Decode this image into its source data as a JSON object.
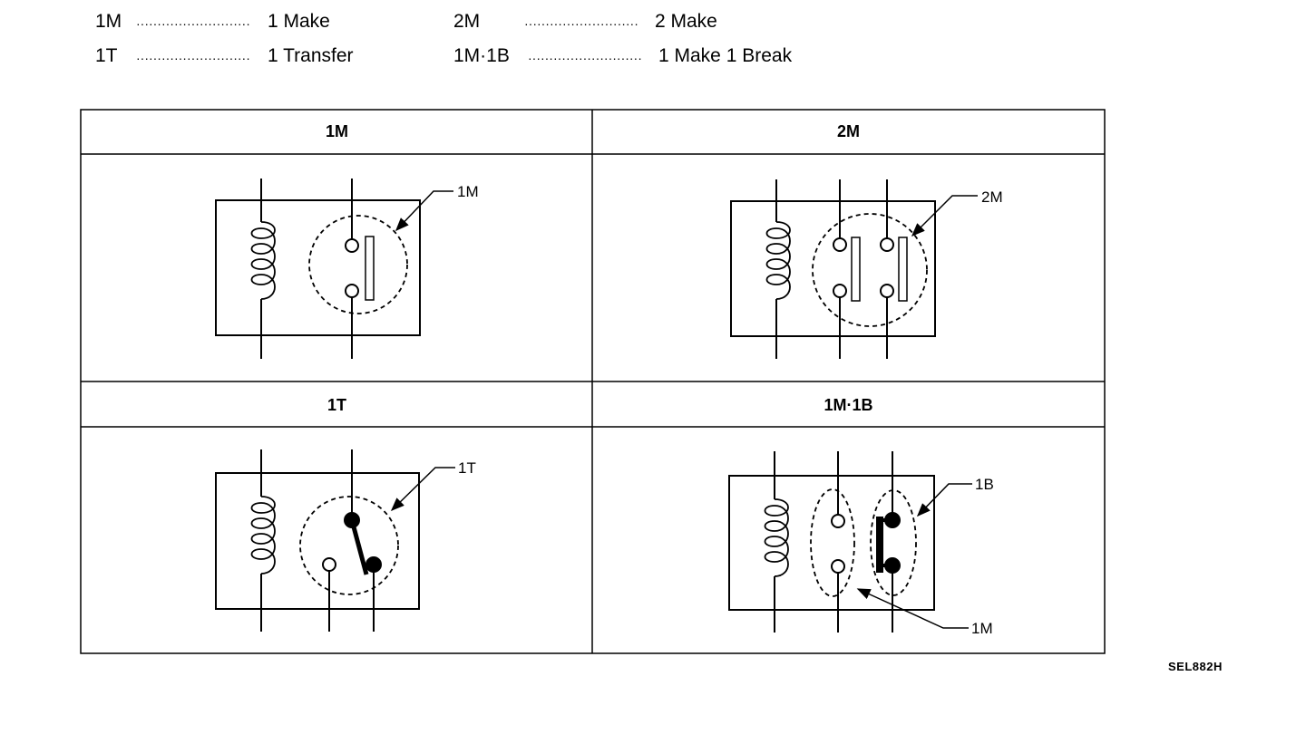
{
  "legend": [
    {
      "abbr": "1M",
      "dots": "···························",
      "meaning": "1 Make"
    },
    {
      "abbr": "2M",
      "dots": "···························",
      "meaning": "2 Make"
    },
    {
      "abbr": "1T",
      "dots": "···························",
      "meaning": "1 Transfer"
    },
    {
      "abbr": "1M·1B",
      "dots": "···························",
      "meaning": "1 Make 1 Break"
    }
  ],
  "table": {
    "headers": [
      "1M",
      "2M",
      "1T",
      "1M·1B"
    ],
    "callouts": {
      "c1m": "1M",
      "c2m": "2M",
      "c1t": "1T",
      "c1b": "1B",
      "c1m_b": "1M"
    }
  },
  "figure_code": "SEL882H"
}
